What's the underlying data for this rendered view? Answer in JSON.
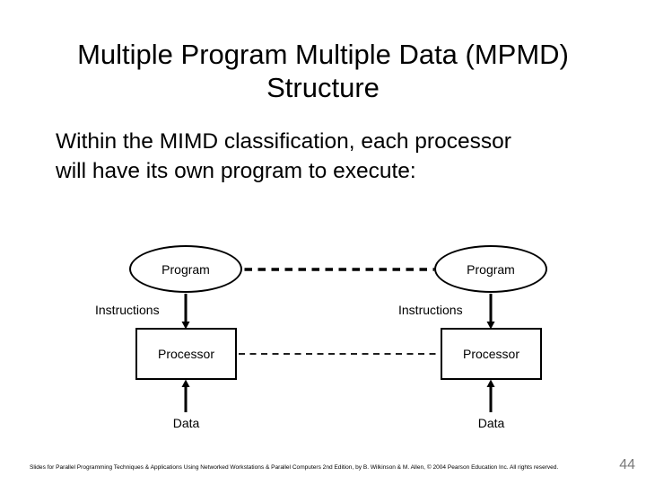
{
  "slide": {
    "title": "Multiple Program Multiple Data (MPMD)\nStructure",
    "body": "Within the MIMD classification, each processor\nwill have its own program to execute:",
    "footer": "Slides for Parallel Programming Techniques & Applications Using Networked Workstations & Parallel Computers 2nd Edition, by B. Wilkinson & M. Allen, © 2004 Pearson Education Inc. All rights reserved.",
    "page_number": "44"
  },
  "diagram": {
    "columns": [
      {
        "program_label": "Program",
        "instructions_label": "Instructions",
        "processor_label": "Processor",
        "data_label": "Data"
      },
      {
        "program_label": "Program",
        "instructions_label": "Instructions",
        "processor_label": "Processor",
        "data_label": "Data"
      }
    ],
    "colors": {
      "line": "#000000",
      "text": "#000000",
      "background": "#ffffff",
      "page_number": "#7a7a7a"
    }
  }
}
